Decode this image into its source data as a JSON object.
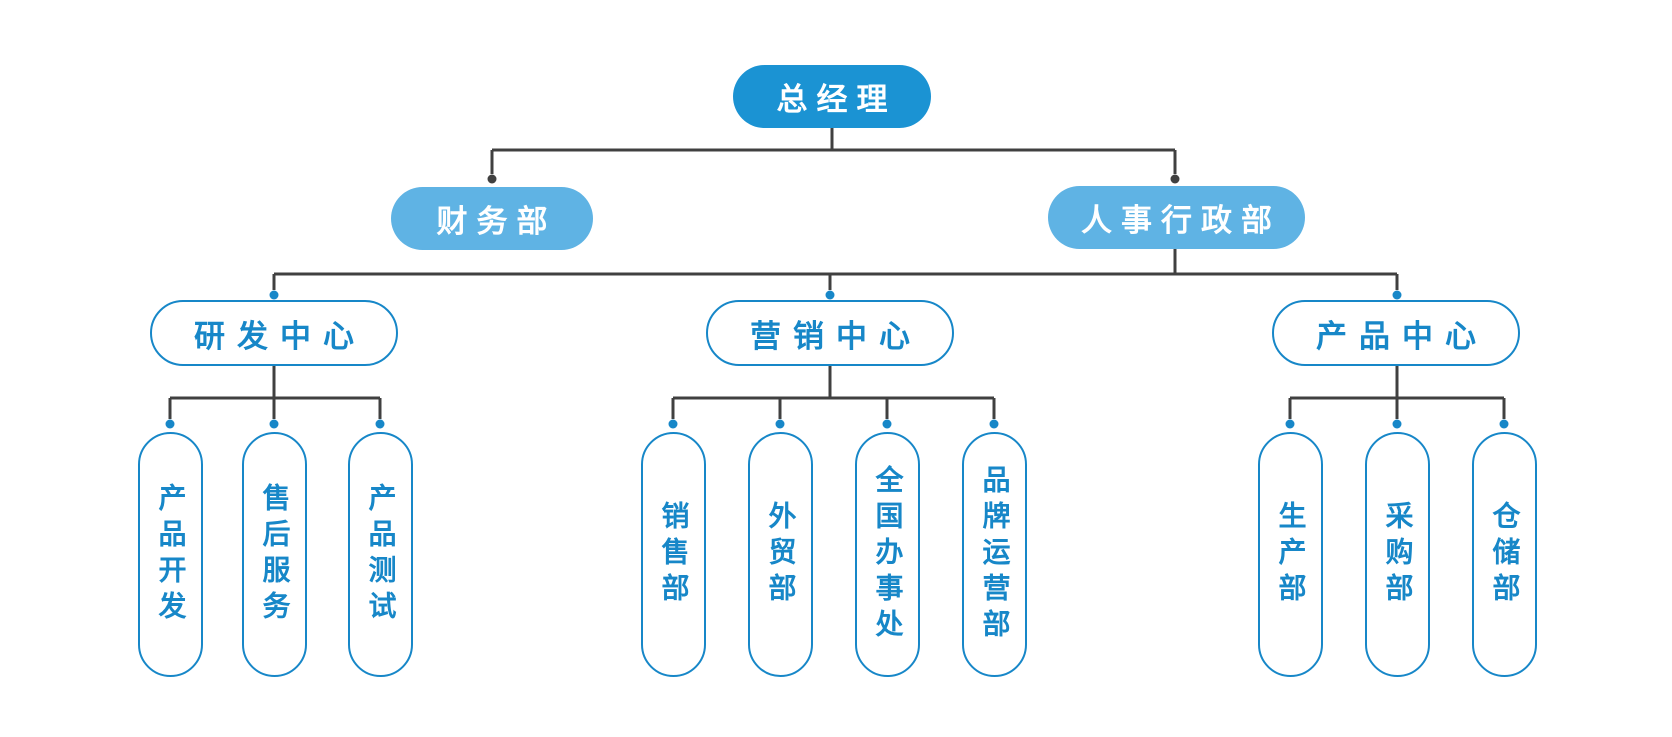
{
  "colors": {
    "level1_fill": "#1b93d3",
    "level2_fill": "#5fb3e4",
    "outline_blue": "#1787c8",
    "connector_gray": "#404040",
    "text_white": "#ffffff"
  },
  "org": {
    "root": {
      "label": "总经理"
    },
    "departments": [
      {
        "label": "财务部"
      },
      {
        "label": "人事行政部"
      }
    ],
    "centers": [
      {
        "label": "研发中心",
        "children": [
          {
            "label": "产品开发"
          },
          {
            "label": "售后服务"
          },
          {
            "label": "产品测试"
          }
        ]
      },
      {
        "label": "营销中心",
        "children": [
          {
            "label": "销售部"
          },
          {
            "label": "外贸部"
          },
          {
            "label": "全国办事处"
          },
          {
            "label": "品牌运营部"
          }
        ]
      },
      {
        "label": "产品中心",
        "children": [
          {
            "label": "生产部"
          },
          {
            "label": "采购部"
          },
          {
            "label": "仓储部"
          }
        ]
      }
    ]
  }
}
